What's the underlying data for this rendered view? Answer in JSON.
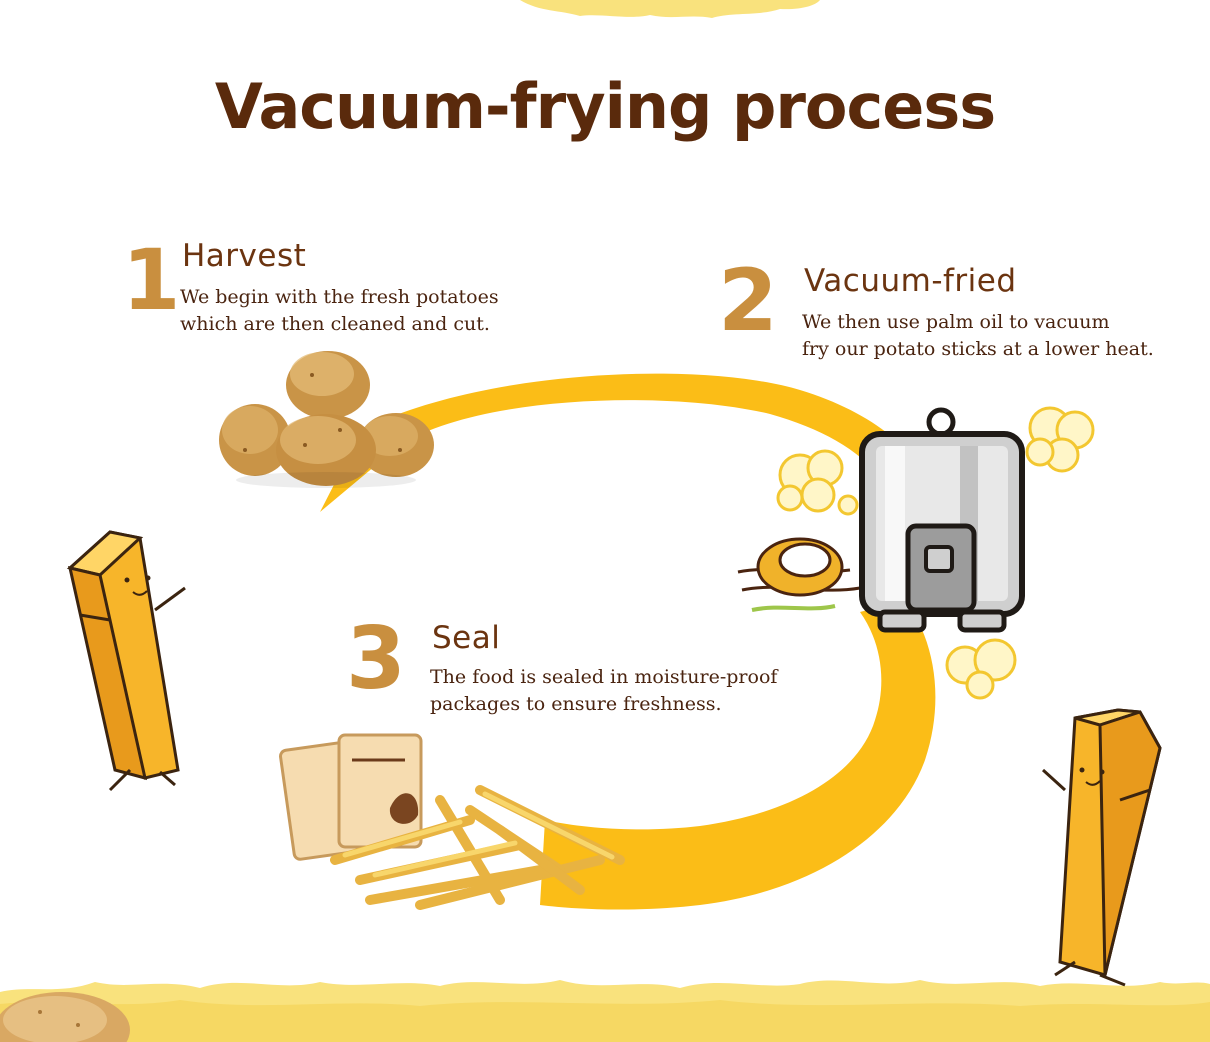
{
  "page": {
    "title": "Vacuum-frying process"
  },
  "steps": [
    {
      "number": "1",
      "heading": "Harvest",
      "description_line1": "We begin with the fresh potatoes",
      "description_line2": "which are then cleaned and cut."
    },
    {
      "number": "2",
      "heading": "Vacuum-fried",
      "description_line1": "We then use palm oil to vacuum",
      "description_line2": "fry our potato sticks at a lower heat."
    },
    {
      "number": "3",
      "heading": "Seal",
      "description_line1": "The food is sealed in moisture-proof",
      "description_line2": "packages to ensure freshness."
    }
  ],
  "colors": {
    "title": "#5a2a0c",
    "number": "#c98f3f",
    "cycle_arrow": "#fbbd17",
    "torn_edge": "#f9e27d",
    "fry_mascot": "#f7b52a"
  },
  "icons": [
    "potatoes-icon",
    "vacuum-fryer-icon",
    "palm-fruit-icon",
    "steam-cloud-icon",
    "packaged-fries-icon",
    "fry-mascot-icon"
  ]
}
